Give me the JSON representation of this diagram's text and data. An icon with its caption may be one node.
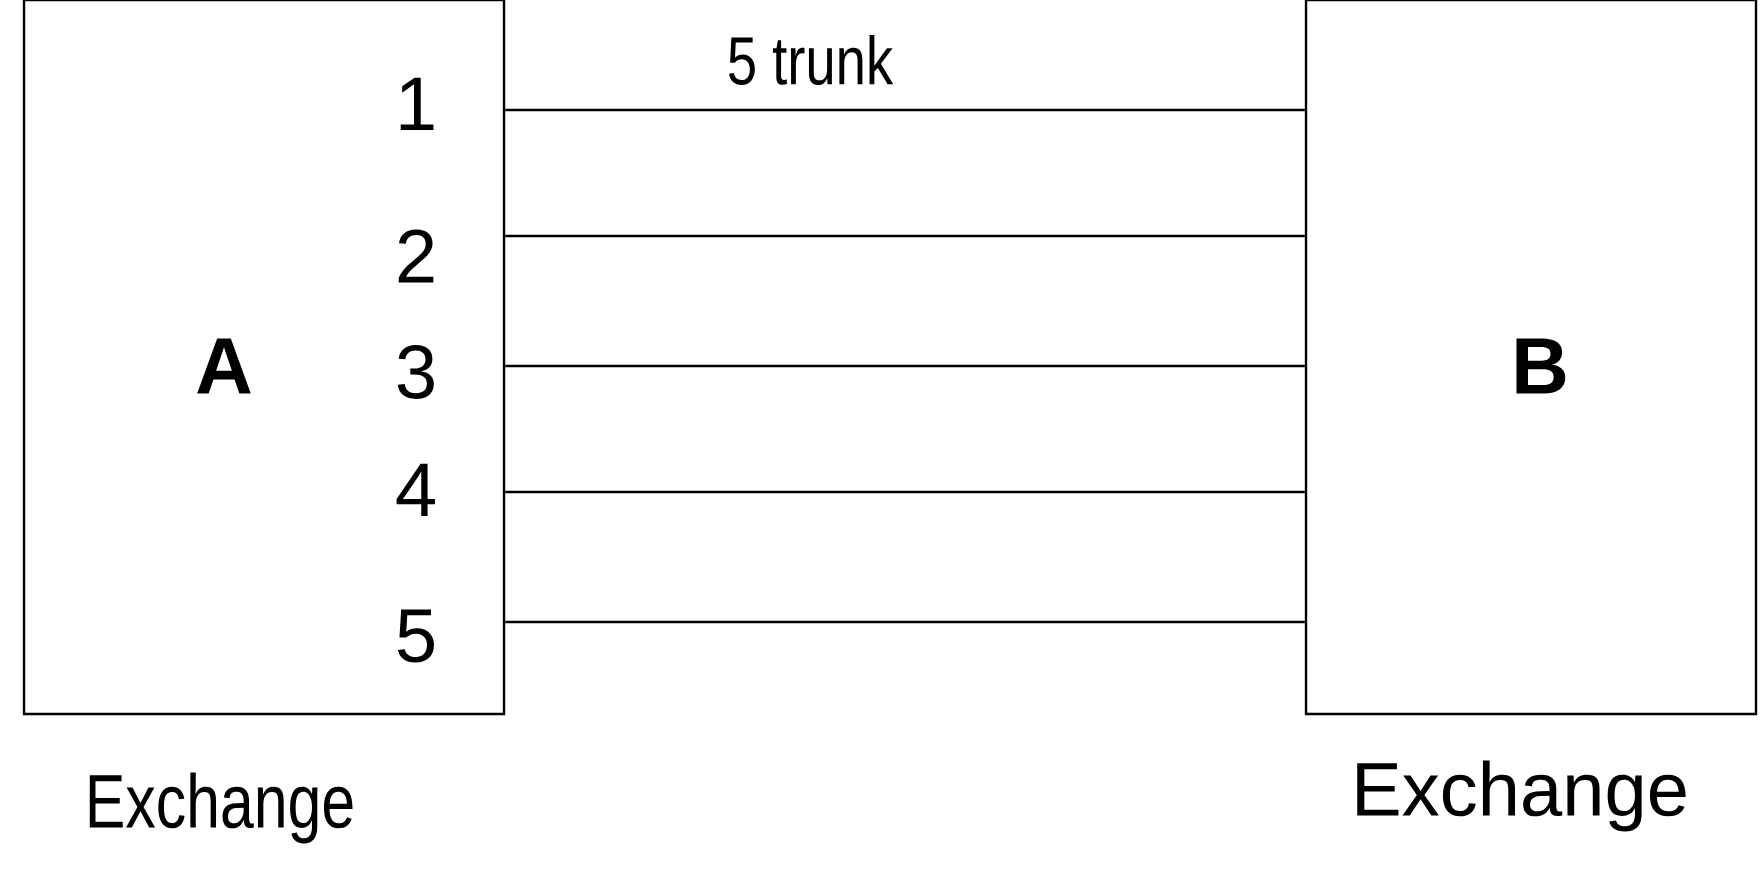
{
  "diagram": {
    "nodes": [
      {
        "text": [
          "A"
        ],
        "beside": [
          "Exchange"
        ]
      },
      {
        "text": [
          "B"
        ],
        "beside": [
          "Exchange"
        ]
      }
    ],
    "edges": [
      {
        "from": 0,
        "to": 1,
        "arrow": "none"
      },
      {
        "from": 0,
        "to": 1,
        "arrow": "none"
      },
      {
        "from": 0,
        "to": 1,
        "arrow": "none"
      },
      {
        "from": 0,
        "to": 1,
        "arrow": "none"
      },
      {
        "from": 0,
        "to": 1,
        "arrow": "none"
      }
    ],
    "labels": [
      "5  trunk",
      "1",
      "2",
      "3",
      "4",
      "5"
    ]
  }
}
